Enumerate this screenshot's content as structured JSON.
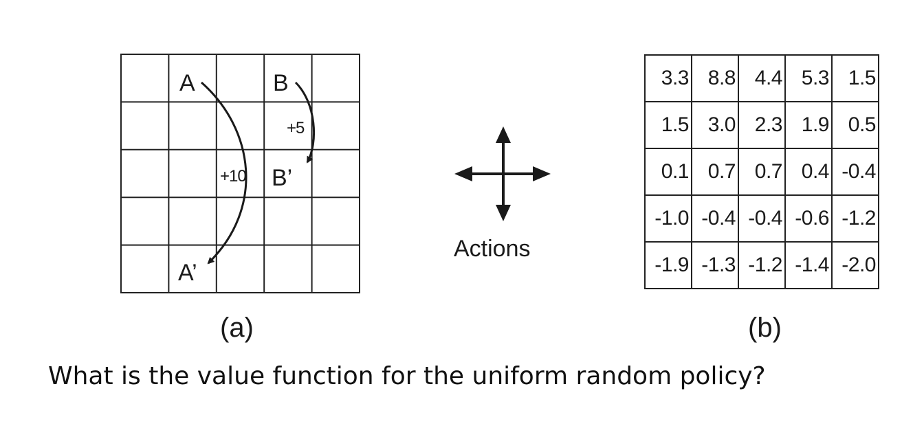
{
  "figure_a": {
    "labels": {
      "A": "A",
      "B": "B",
      "A_prime": "A’",
      "B_prime": "B’"
    },
    "rewards": {
      "A": "+10",
      "B": "+5"
    },
    "caption": "(a)"
  },
  "actions": {
    "label": "Actions"
  },
  "figure_b": {
    "values": [
      [
        "3.3",
        "8.8",
        "4.4",
        "5.3",
        "1.5"
      ],
      [
        "1.5",
        "3.0",
        "2.3",
        "1.9",
        "0.5"
      ],
      [
        "0.1",
        "0.7",
        "0.7",
        "0.4",
        "-0.4"
      ],
      [
        "-1.0",
        "-0.4",
        "-0.4",
        "-0.6",
        "-1.2"
      ],
      [
        "-1.9",
        "-1.3",
        "-1.2",
        "-1.4",
        "-2.0"
      ]
    ],
    "caption": "(b)"
  },
  "question": "What is the value function for the uniform random policy?"
}
